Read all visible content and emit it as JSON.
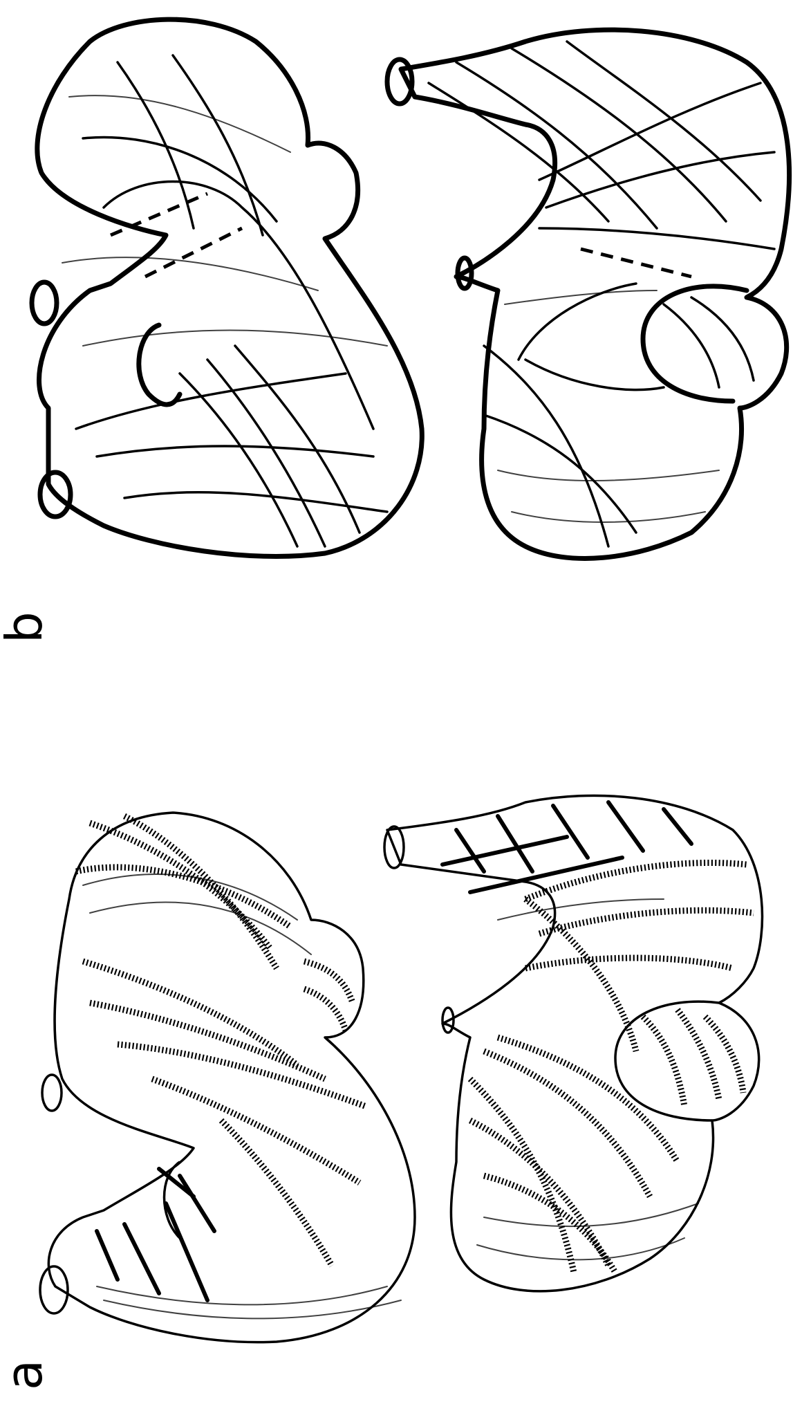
{
  "figure": {
    "panels": [
      {
        "id": "a",
        "label": "a",
        "style": "dotted fiber bands"
      },
      {
        "id": "b",
        "label": "b",
        "style": "line drawing with fiber directions"
      }
    ]
  }
}
